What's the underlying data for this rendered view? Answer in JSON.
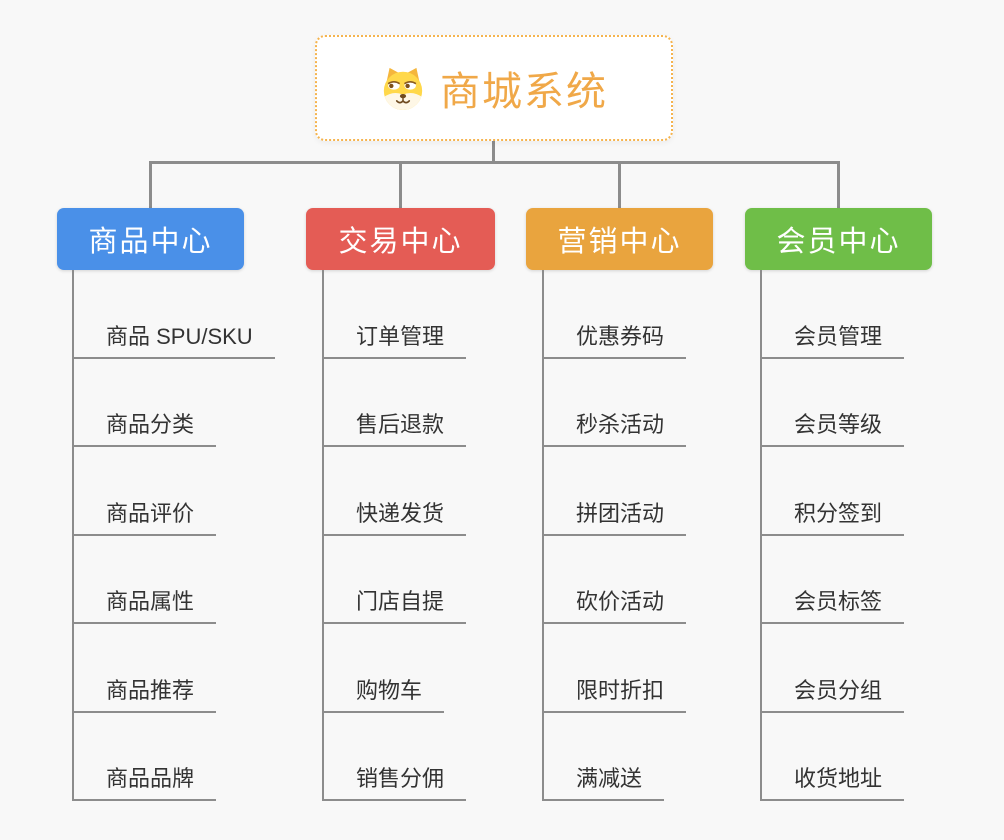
{
  "root": {
    "title": "商城系统",
    "icon": "doge-icon"
  },
  "branches": [
    {
      "label": "商品中心",
      "color": "#4A90E8",
      "items": [
        "商品 SPU/SKU",
        "商品分类",
        "商品评价",
        "商品属性",
        "商品推荐",
        "商品品牌"
      ]
    },
    {
      "label": "交易中心",
      "color": "#E45C55",
      "items": [
        "订单管理",
        "售后退款",
        "快递发货",
        "门店自提",
        "购物车",
        "销售分佣"
      ]
    },
    {
      "label": "营销中心",
      "color": "#E9A43E",
      "items": [
        "优惠券码",
        "秒杀活动",
        "拼团活动",
        "砍价活动",
        "限时折扣",
        "满减送"
      ]
    },
    {
      "label": "会员中心",
      "color": "#6FBE48",
      "items": [
        "会员管理",
        "会员等级",
        "积分签到",
        "会员标签",
        "会员分组",
        "收货地址"
      ]
    }
  ],
  "colors": {
    "background": "#F8F8F8",
    "connector": "#8C8C8C",
    "root_accent": "#F0A848",
    "root_border": "#F5B44F",
    "item_text": "#333333"
  }
}
